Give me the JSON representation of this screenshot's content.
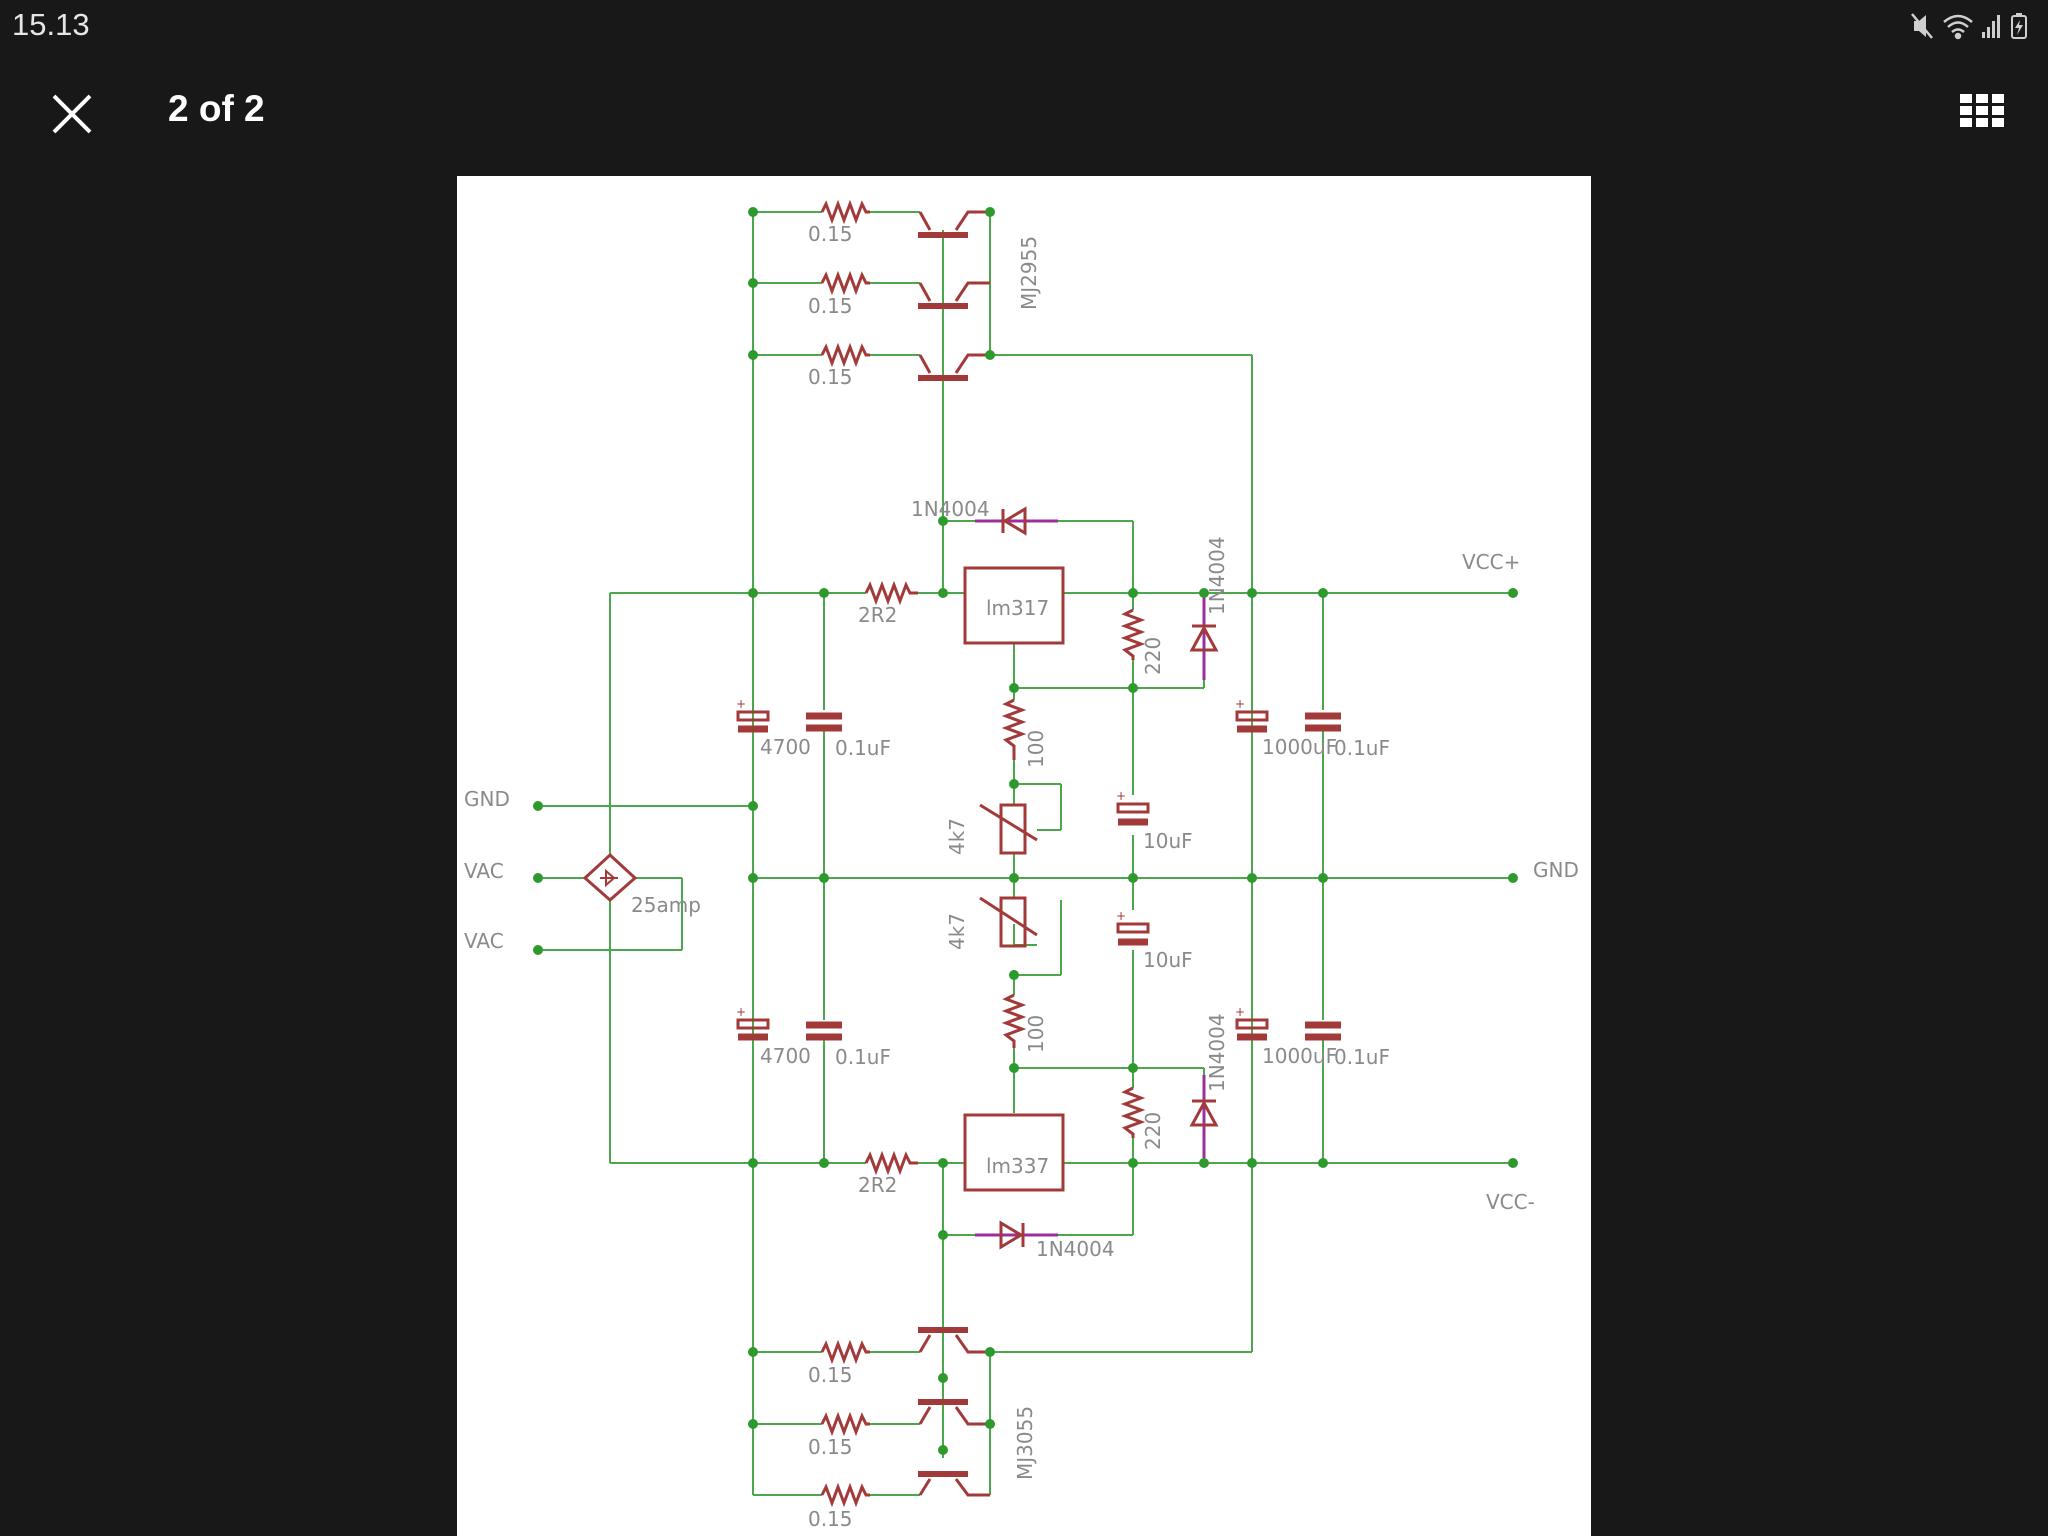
{
  "status_bar": {
    "time": "15.13",
    "icons": [
      "mute-icon",
      "wifi-icon",
      "signal-icon",
      "battery-charging-icon"
    ]
  },
  "viewer": {
    "counter": "2 of 2",
    "close_icon": "close-icon",
    "grid_icon": "grid-view-icon"
  },
  "schematic": {
    "rails": {
      "vcc_pos": "VCC+",
      "vcc_neg": "VCC-",
      "gnd_right": "GND",
      "gnd_left": "GND",
      "vac1": "VAC",
      "vac2": "VAC"
    },
    "bridge": "25amp",
    "regulators": {
      "positive": "lm317",
      "negative": "lm337"
    },
    "transistors": {
      "pnp": "MJ2955",
      "npn": "MJ3055"
    },
    "emitter_resistors": {
      "top1": "0.15",
      "top2": "0.15",
      "top3": "0.15",
      "bot1": "0.15",
      "bot2": "0.15",
      "bot3": "0.15"
    },
    "series_resistors": {
      "top": "2R2",
      "bottom": "2R2"
    },
    "set_resistors": {
      "top": "100",
      "bottom": "100"
    },
    "adj_resistors": {
      "top": "220",
      "bottom": "220"
    },
    "pots": {
      "top": "4k7",
      "bottom": "4k7"
    },
    "bulk_caps": {
      "top": "4700",
      "bottom": "4700"
    },
    "decoupling_caps": {
      "in_top": "0.1uF",
      "in_bottom": "0.1uF",
      "out_top": "0.1uF",
      "out_bottom": "0.1uF"
    },
    "adj_caps": {
      "top": "10uF",
      "bottom": "10uF"
    },
    "output_caps": {
      "top": "1000uF",
      "bottom": "1000uF"
    },
    "diodes": {
      "d_top_h": "1N4004",
      "d_top_v": "1N4004",
      "d_bot_v": "1N4004",
      "d_bot_h": "1N4004"
    },
    "colors": {
      "wire": "#4CA64C",
      "component": "#A33A3A",
      "junction": "#2E9A2E",
      "label": "#8A8A8A",
      "diode_pin": "#9B309B"
    }
  }
}
